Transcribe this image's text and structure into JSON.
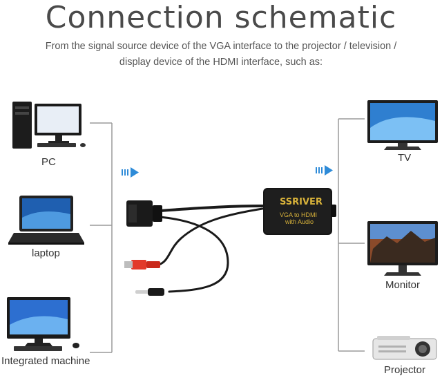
{
  "heading": {
    "title": "Connection schematic",
    "subtitle": "From the signal source device of the VGA interface to the projector / television / display device of the HDMI interface, such as:"
  },
  "sources": [
    {
      "label": "PC",
      "icon": "desktop-pc-icon"
    },
    {
      "label": "laptop",
      "icon": "laptop-icon"
    },
    {
      "label": "Integrated machine",
      "icon": "all-in-one-icon"
    }
  ],
  "displays": [
    {
      "label": "TV",
      "icon": "tv-icon"
    },
    {
      "label": "Monitor",
      "icon": "monitor-icon"
    },
    {
      "label": "Projector",
      "icon": "projector-icon"
    }
  ],
  "adapter": {
    "brand": "SSRIVER",
    "model_line1": "VGA to HDMI",
    "model_line2": "with Audio"
  },
  "colors": {
    "arrow": "#2e8bd8",
    "usb_plug": "#e23a2a",
    "adapter_text": "#d8b23a"
  }
}
